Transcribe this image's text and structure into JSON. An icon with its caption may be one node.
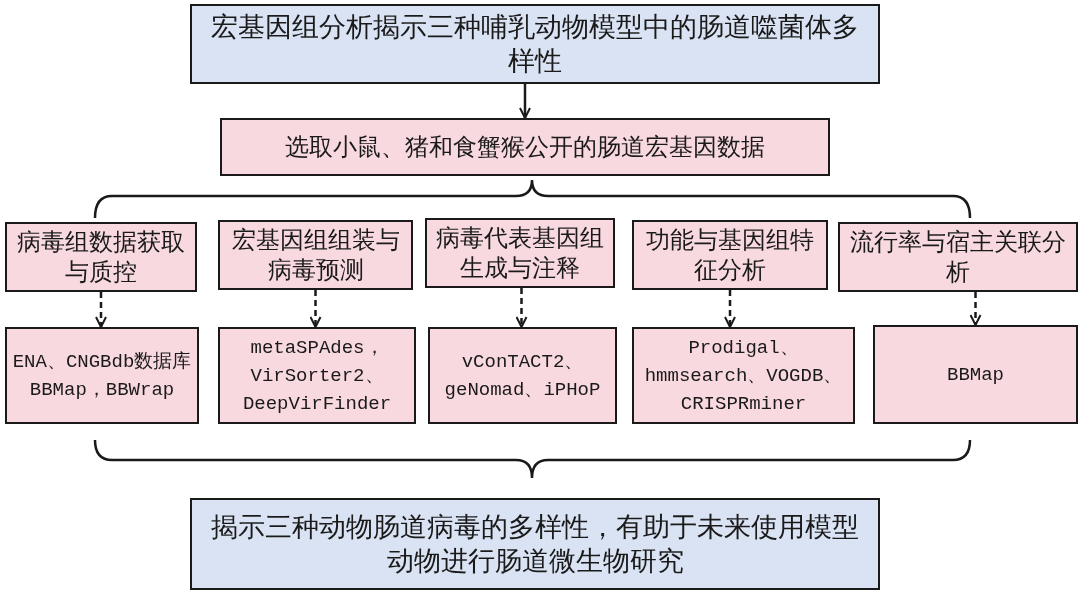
{
  "diagram": {
    "nodes": [
      {
        "text": [
          "宏基因组分析揭示三种哺乳动物模型中的肠道噬菌体多样性"
        ]
      },
      {
        "text": [
          "选取小鼠、猪和食蟹猴公开的肠道宏基因数据"
        ]
      },
      {
        "text": [
          "病毒组数据获取与质控"
        ]
      },
      {
        "text": [
          "宏基因组组装与病毒预测"
        ]
      },
      {
        "text": [
          "病毒代表基因组生成与注释"
        ]
      },
      {
        "text": [
          "功能与基因组特征分析"
        ]
      },
      {
        "text": [
          "流行率与宿主关联分析"
        ]
      },
      {
        "text": [
          "ENA、CNGBdb数据库 BBMap，BBWrap"
        ]
      },
      {
        "text": [
          "metaSPAdes，VirSorter2、DeepVirFinder"
        ]
      },
      {
        "text": [
          "vConTACT2、geNomad、iPHoP"
        ]
      },
      {
        "text": [
          "Prodigal、hmmsearch、VOGDB、CRISPRminer"
        ]
      },
      {
        "text": [
          "BBMap"
        ]
      },
      {
        "text": [
          "揭示三种动物肠道病毒的多样性，有助于未来使用模型动物进行肠道微生物研究"
        ]
      }
    ],
    "edges": [
      {
        "from": 0,
        "to": 1,
        "arrow": "to"
      },
      {
        "from": 2,
        "to": 7,
        "arrow": "to",
        "style": "dashed"
      },
      {
        "from": 3,
        "to": 8,
        "arrow": "to",
        "style": "dashed"
      },
      {
        "from": 4,
        "to": 9,
        "arrow": "to",
        "style": "dashed"
      },
      {
        "from": 5,
        "to": 10,
        "arrow": "to",
        "style": "dashed"
      },
      {
        "from": 6,
        "to": 11,
        "arrow": "to",
        "style": "dashed"
      }
    ]
  }
}
